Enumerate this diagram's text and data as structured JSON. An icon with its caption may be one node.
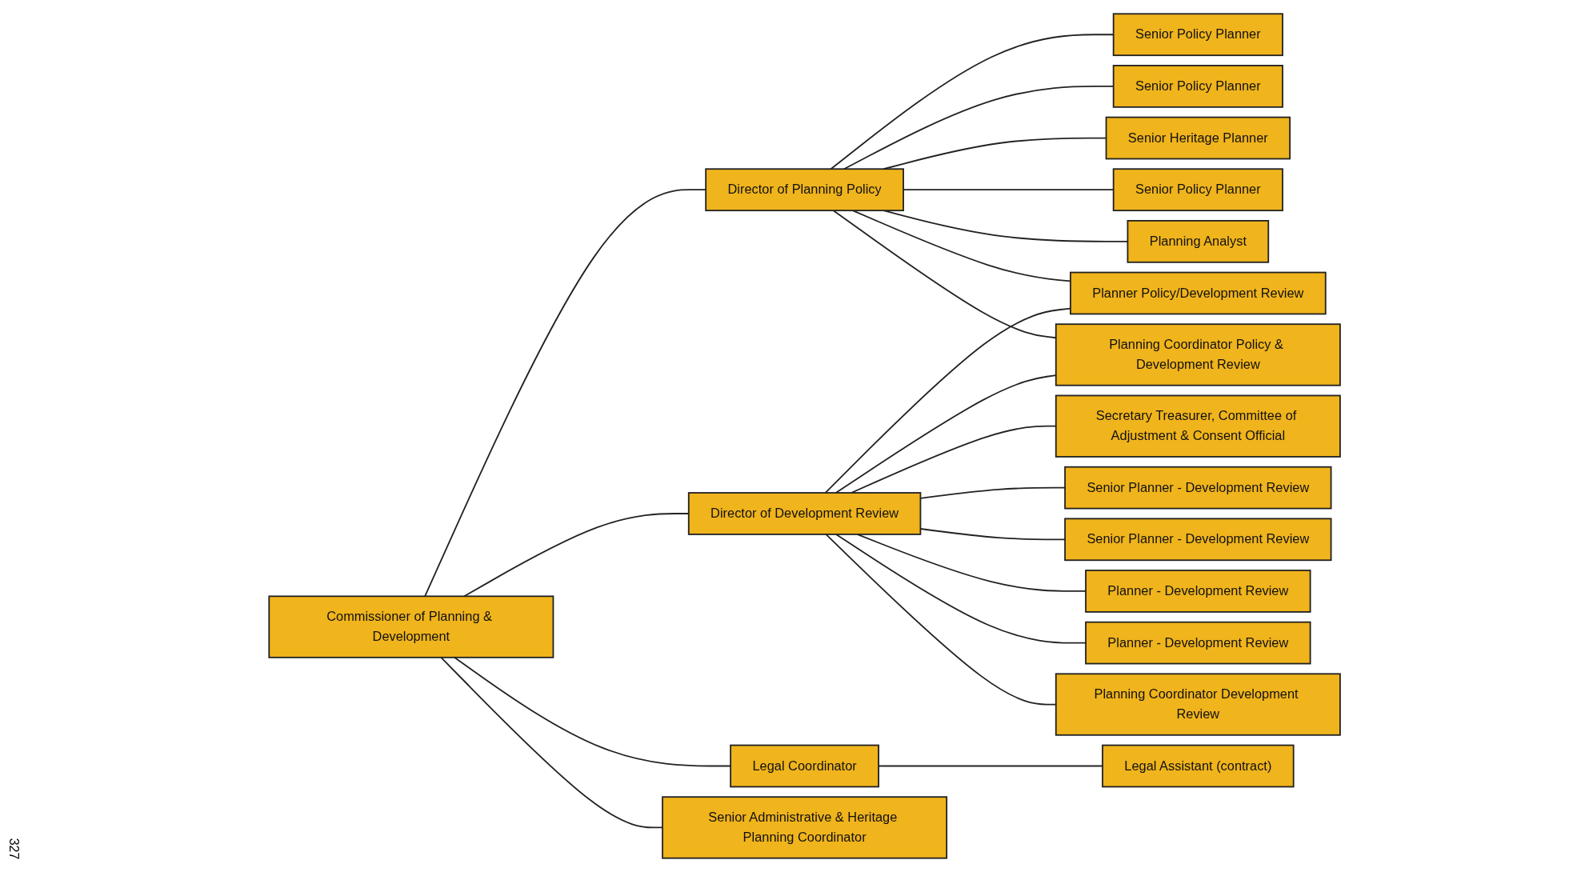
{
  "diagram": {
    "nodes": [
      {
        "text": [
          "Commissioner of Planning & Development"
        ]
      },
      {
        "text": [
          "Senior Administrative & Heritage Planning Coordinator"
        ]
      },
      {
        "text": [
          "Director of Planning Policy"
        ]
      },
      {
        "text": [
          "Director of Development Review"
        ]
      },
      {
        "text": [
          "Legal Coordinator"
        ]
      },
      {
        "text": [
          "Senior Policy Planner"
        ]
      },
      {
        "text": [
          "Senior Policy Planner"
        ]
      },
      {
        "text": [
          "Senior Heritage Planner"
        ]
      },
      {
        "text": [
          "Senior Policy Planner"
        ]
      },
      {
        "text": [
          "Planning Analyst"
        ]
      },
      {
        "text": [
          "Planner Policy/Development Review"
        ]
      },
      {
        "text": [
          "Planning Coordinator Policy & Development Review"
        ]
      },
      {
        "text": [
          "Secretary Treasurer, Committee of Adjustment & Consent Official"
        ]
      },
      {
        "text": [
          "Senior Planner - Development Review"
        ]
      },
      {
        "text": [
          "Senior Planner - Development Review"
        ]
      },
      {
        "text": [
          "Planner - Development Review"
        ]
      },
      {
        "text": [
          "Planner - Development Review"
        ]
      },
      {
        "text": [
          "Planning Coordinator Development Review"
        ]
      },
      {
        "text": [
          "Legal Assistant (contract)"
        ]
      }
    ],
    "edges": [
      {
        "from": 0,
        "to": 1,
        "arrow": "none"
      },
      {
        "from": 0,
        "to": 2,
        "arrow": "none"
      },
      {
        "from": 0,
        "to": 3,
        "arrow": "none"
      },
      {
        "from": 0,
        "to": 4,
        "arrow": "none"
      },
      {
        "from": 2,
        "to": 5,
        "arrow": "none"
      },
      {
        "from": 2,
        "to": 6,
        "arrow": "none"
      },
      {
        "from": 2,
        "to": 7,
        "arrow": "none"
      },
      {
        "from": 2,
        "to": 8,
        "arrow": "none"
      },
      {
        "from": 2,
        "to": 9,
        "arrow": "none"
      },
      {
        "from": 2,
        "to": 10,
        "arrow": "none"
      },
      {
        "from": 2,
        "to": 11,
        "arrow": "none"
      },
      {
        "from": 3,
        "to": 10,
        "arrow": "none"
      },
      {
        "from": 3,
        "to": 11,
        "arrow": "none"
      },
      {
        "from": 3,
        "to": 12,
        "arrow": "none"
      },
      {
        "from": 3,
        "to": 13,
        "arrow": "none"
      },
      {
        "from": 3,
        "to": 14,
        "arrow": "none"
      },
      {
        "from": 3,
        "to": 15,
        "arrow": "none"
      },
      {
        "from": 3,
        "to": 16,
        "arrow": "none"
      },
      {
        "from": 3,
        "to": 17,
        "arrow": "none"
      },
      {
        "from": 4,
        "to": 18,
        "arrow": "none"
      }
    ],
    "labels": [
      "327"
    ]
  }
}
